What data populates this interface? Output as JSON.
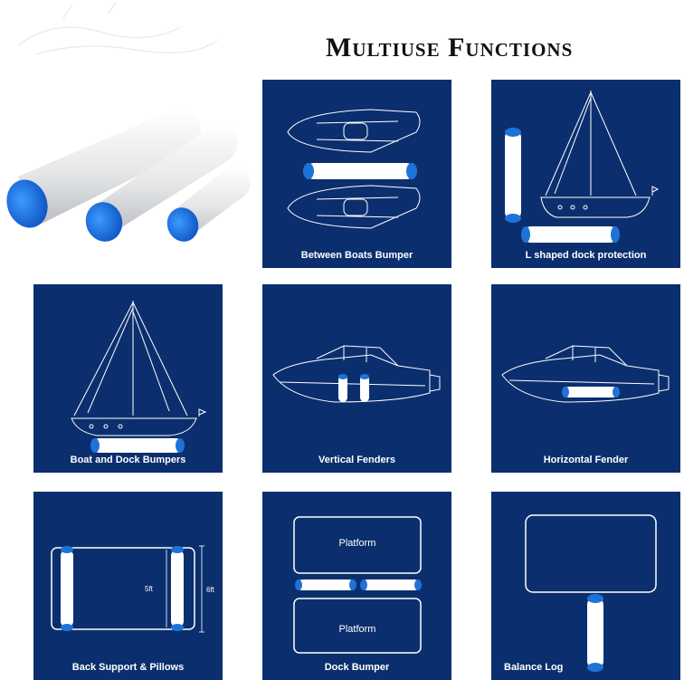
{
  "title": "Multiuse Functions",
  "tiles": {
    "between_boats": {
      "caption": "Between Boats Bumper"
    },
    "l_shaped": {
      "caption": "L shaped dock protection"
    },
    "boat_dock": {
      "caption": "Boat and Dock Bumpers"
    },
    "vertical": {
      "caption": "Vertical Fenders"
    },
    "horizontal": {
      "caption": "Horizontal Fender"
    },
    "back_support": {
      "caption": "Back Support & Pillows",
      "dim_inner": "5ft",
      "dim_outer": "6ft"
    },
    "dock_bumper": {
      "caption": "Dock Bumper",
      "platform_top": "Platform",
      "platform_bottom": "Platform"
    },
    "balance_log": {
      "caption": "Balance Log"
    }
  },
  "colors": {
    "tile_bg": "#0b2f6e",
    "accent_blue": "#1e73d8",
    "line": "#ffffff"
  }
}
